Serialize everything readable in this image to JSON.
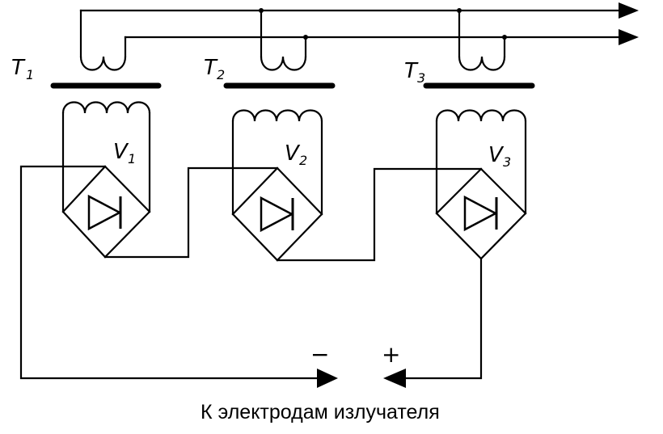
{
  "transformers": [
    {
      "label": "T",
      "sub": "1"
    },
    {
      "label": "T",
      "sub": "2"
    },
    {
      "label": "T",
      "sub": "3"
    }
  ],
  "rectifiers": [
    {
      "label": "V",
      "sub": "1"
    },
    {
      "label": "V",
      "sub": "2"
    },
    {
      "label": "V",
      "sub": "3"
    }
  ],
  "terminals": {
    "minus": "−",
    "plus": "+"
  },
  "caption": "К электродам излучателя"
}
